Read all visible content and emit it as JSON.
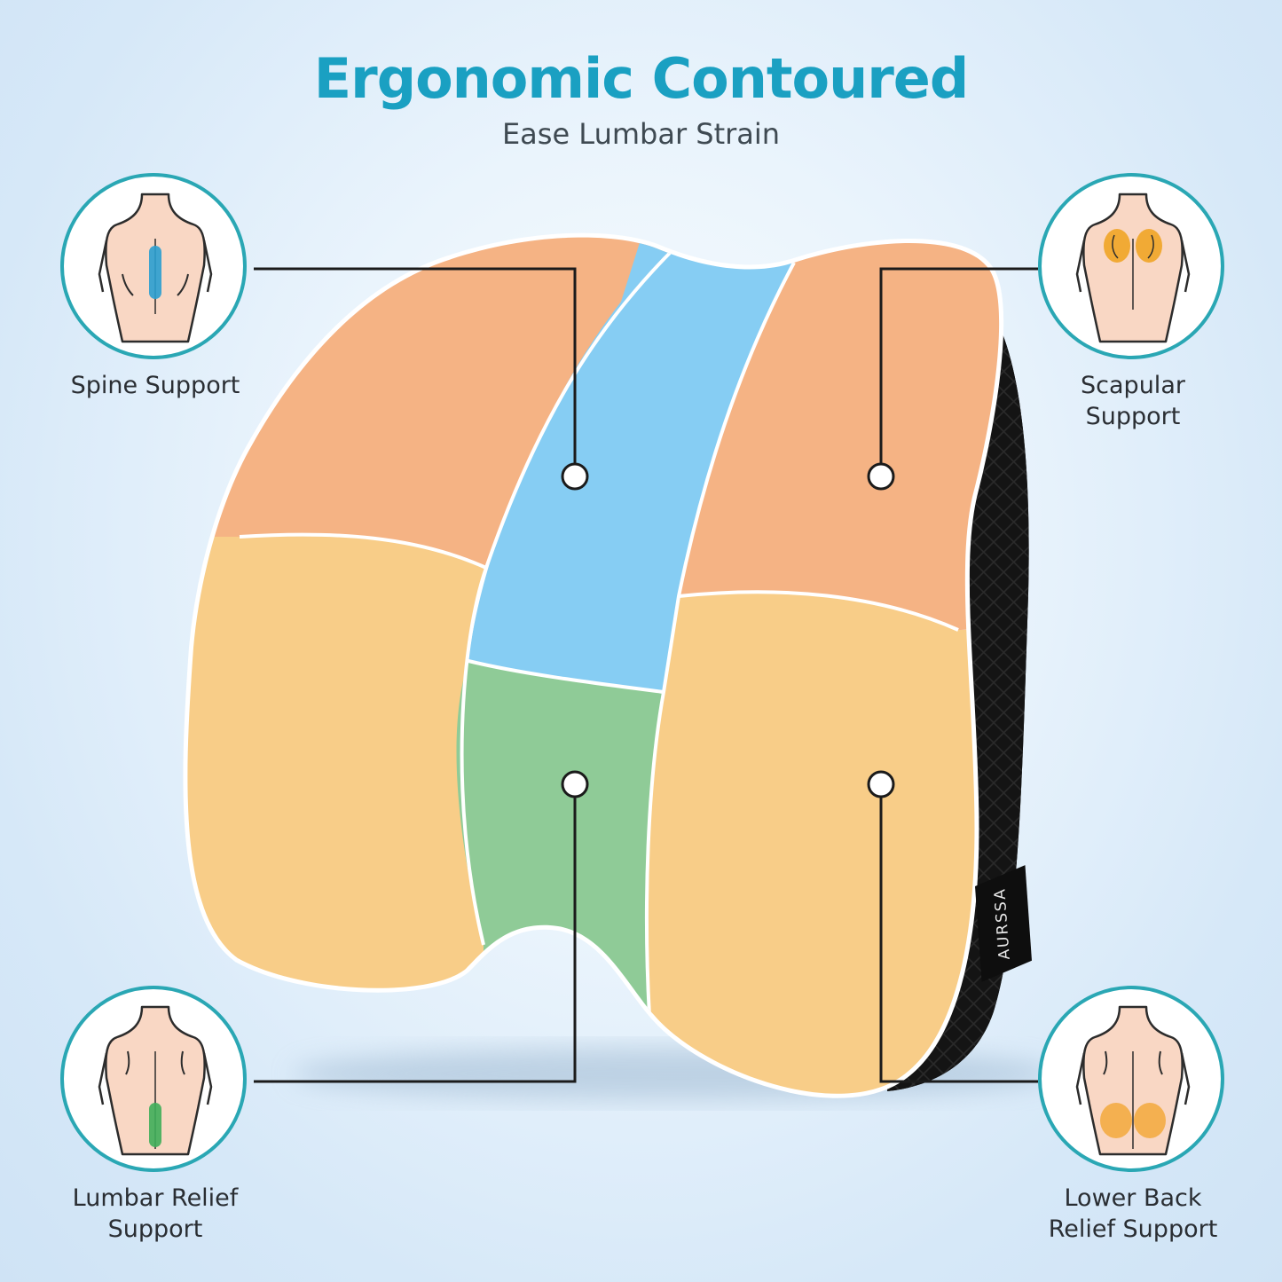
{
  "header": {
    "title": "Ergonomic Contoured",
    "subtitle": "Ease Lumbar Strain"
  },
  "features": [
    {
      "label": "Spine Support",
      "icon": "spine-highlight-icon",
      "highlight_color": "#2a9fd0"
    },
    {
      "label": "Scapular Support",
      "icon": "scapula-highlight-icon",
      "highlight_color": "#f0a21c"
    },
    {
      "label": "Lumbar Relief Support",
      "icon": "lumbar-highlight-icon",
      "highlight_color": "#3fae5a"
    },
    {
      "label": "Lower Back Relief Support",
      "icon": "lower-back-highlight-icon",
      "highlight_color": "#f2a32a"
    }
  ],
  "product": {
    "brand": "AURSSA",
    "zone_colors": {
      "upper_side": "#f5b384",
      "center_upper": "#86cdf3",
      "lower_side": "#f8cd88",
      "center_lower": "#8fcb97",
      "back": "#161616"
    }
  },
  "colors": {
    "accent": "#1aa0c2",
    "circle_border": "#2aa7b4",
    "skin": "#f9d7c4",
    "text": "#2a2e33"
  }
}
